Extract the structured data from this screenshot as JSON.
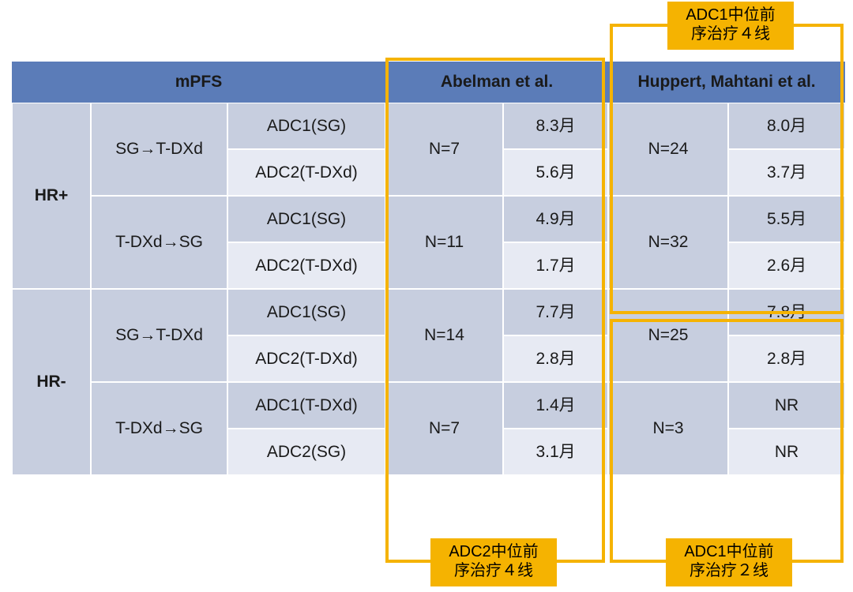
{
  "table": {
    "header": {
      "metric_label": "mPFS",
      "study1": "Abelman et al.",
      "study2": "Huppert, Mahtani et al."
    },
    "groups": [
      {
        "hr_status": "HR+",
        "sequences": [
          {
            "sequence": "SG→T-DXd",
            "abelman_n": "N=7",
            "huppert_n": "N=24",
            "rows": [
              {
                "agent": "ADC1(SG)",
                "abelman": "8.3月",
                "huppert": "8.0月"
              },
              {
                "agent": "ADC2(T-DXd)",
                "abelman": "5.6月",
                "huppert": "3.7月"
              }
            ]
          },
          {
            "sequence": "T-DXd→SG",
            "abelman_n": "N=11",
            "huppert_n": "N=32",
            "rows": [
              {
                "agent": "ADC1(SG)",
                "abelman": "4.9月",
                "huppert": "5.5月"
              },
              {
                "agent": "ADC2(T-DXd)",
                "abelman": "1.7月",
                "huppert": "2.6月"
              }
            ]
          }
        ]
      },
      {
        "hr_status": "HR-",
        "sequences": [
          {
            "sequence": "SG→T-DXd",
            "abelman_n": "N=14",
            "huppert_n": "N=25",
            "rows": [
              {
                "agent": "ADC1(SG)",
                "abelman": "7.7月",
                "huppert": "7.8月"
              },
              {
                "agent": "ADC2(T-DXd)",
                "abelman": "2.8月",
                "huppert": "2.8月"
              }
            ]
          },
          {
            "sequence": "T-DXd→SG",
            "abelman_n": "N=7",
            "huppert_n": "N=3",
            "rows": [
              {
                "agent": "ADC1(T-DXd)",
                "abelman": "1.4月",
                "huppert": "NR"
              },
              {
                "agent": "ADC2(SG)",
                "abelman": "3.1月",
                "huppert": "NR"
              }
            ]
          }
        ]
      }
    ]
  },
  "callouts": {
    "top_right": "ADC1中位前\n序治疗４线",
    "bottom_left": "ADC2中位前\n序治疗４线",
    "bottom_right": "ADC1中位前\n序治疗２线"
  },
  "colors": {
    "header_blue": "#5b7cb8",
    "row_dark": "#c7cedf",
    "row_light": "#e7eaf3",
    "callout_orange": "#f5b301"
  }
}
